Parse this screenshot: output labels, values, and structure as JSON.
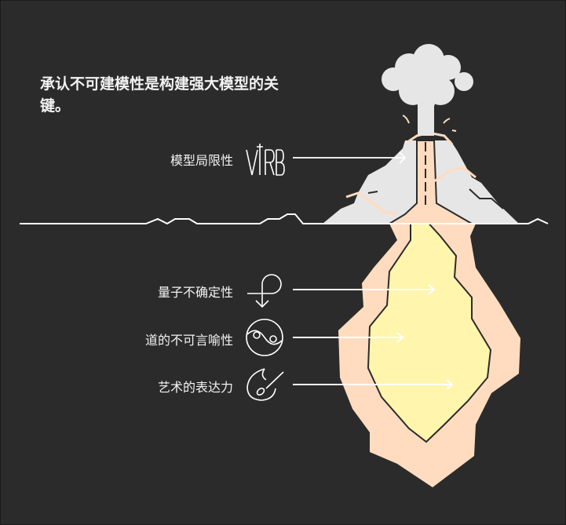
{
  "title": "承认不可建模性是构建强大模型的关键。",
  "labels": {
    "model_limits": "模型局限性",
    "quantum_uncertainty": "量子不确定性",
    "tao_ineffability": "道的不可言喻性",
    "artistic_expression": "艺术的表达力"
  },
  "logo_text": "VIRB",
  "colors": {
    "background": "#2b2b2b",
    "mountain": "#e6e6e6",
    "magma_outer": "#ffdcbf",
    "magma_inner": "#fff5ad",
    "line": "#ffffff"
  }
}
